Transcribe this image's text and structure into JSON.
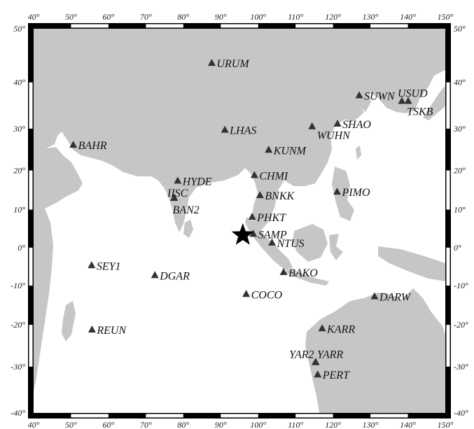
{
  "map": {
    "projection": "mercator-like",
    "lon_range": [
      40,
      150
    ],
    "lat_range": [
      -40,
      50
    ],
    "lon_ticks": [
      40,
      50,
      60,
      70,
      80,
      90,
      100,
      110,
      120,
      130,
      140,
      150
    ],
    "lat_ticks": [
      50,
      40,
      30,
      20,
      10,
      0,
      -10,
      -20,
      -30,
      -40
    ],
    "degree_symbol": "°",
    "colors": {
      "land": "#c6c6c6",
      "ocean": "#ffffff",
      "frame_dark": "#000000",
      "frame_light": "#ffffff",
      "marker": "#333333",
      "star": "#000000"
    }
  },
  "epicenter": {
    "lon": 95.9,
    "lat": 3.3,
    "marker": "star"
  },
  "stations": [
    {
      "code": "URUM",
      "lon": 87.6,
      "lat": 43.8
    },
    {
      "code": "SUWN",
      "lon": 127.0,
      "lat": 37.3
    },
    {
      "code": "USUD",
      "lon": 138.4,
      "lat": 36.1
    },
    {
      "code": "TSKB",
      "lon": 140.1,
      "lat": 36.1
    },
    {
      "code": "SHAO",
      "lon": 121.2,
      "lat": 31.1
    },
    {
      "code": "WUHN",
      "lon": 114.4,
      "lat": 30.5
    },
    {
      "code": "LHAS",
      "lon": 91.1,
      "lat": 29.7
    },
    {
      "code": "BAHR",
      "lon": 50.6,
      "lat": 26.2
    },
    {
      "code": "KUNM",
      "lon": 102.8,
      "lat": 25.0
    },
    {
      "code": "HYDE",
      "lon": 78.5,
      "lat": 17.4
    },
    {
      "code": "CHMI",
      "lon": 99.0,
      "lat": 18.8
    },
    {
      "code": "IISC",
      "lon": 77.6,
      "lat": 13.0
    },
    {
      "code": "BAN2",
      "lon": 77.5,
      "lat": 13.0
    },
    {
      "code": "BNKK",
      "lon": 100.5,
      "lat": 13.7
    },
    {
      "code": "PIMO",
      "lon": 121.1,
      "lat": 14.6
    },
    {
      "code": "PHKT",
      "lon": 98.4,
      "lat": 8.1
    },
    {
      "code": "SAMP",
      "lon": 98.7,
      "lat": 3.6
    },
    {
      "code": "NTUS",
      "lon": 103.7,
      "lat": 1.3
    },
    {
      "code": "SEY1",
      "lon": 55.5,
      "lat": -4.7
    },
    {
      "code": "DGAR",
      "lon": 72.4,
      "lat": -7.3
    },
    {
      "code": "BAKO",
      "lon": 106.8,
      "lat": -6.5
    },
    {
      "code": "COCO",
      "lon": 96.8,
      "lat": -12.2
    },
    {
      "code": "DARW",
      "lon": 131.1,
      "lat": -12.8
    },
    {
      "code": "REUN",
      "lon": 55.6,
      "lat": -21.2
    },
    {
      "code": "KARR",
      "lon": 117.1,
      "lat": -20.9
    },
    {
      "code": "YAR2",
      "lon": 115.3,
      "lat": -29.0
    },
    {
      "code": "YARR",
      "lon": 115.4,
      "lat": -29.0
    },
    {
      "code": "PERT",
      "lon": 115.9,
      "lat": -31.8
    }
  ]
}
